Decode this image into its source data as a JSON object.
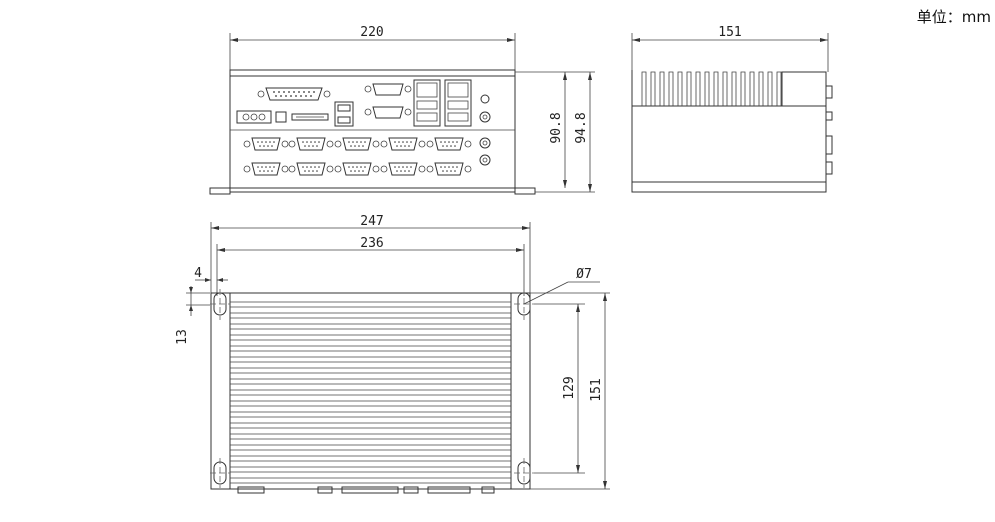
{
  "unit_label": "单位：mm",
  "front_view": {
    "width_label": "220",
    "height_inner_label": "90.8",
    "height_outer_label": "94.8"
  },
  "side_view": {
    "depth_label": "151"
  },
  "bottom_view": {
    "overall_width_label": "247",
    "hole_spacing_label": "236",
    "edge_offset_label": "4",
    "hole_vertical_offset_label": "13",
    "hole_diameter_label": "Ø7",
    "hole_vertical_spacing_label": "129",
    "depth_label": "151"
  }
}
